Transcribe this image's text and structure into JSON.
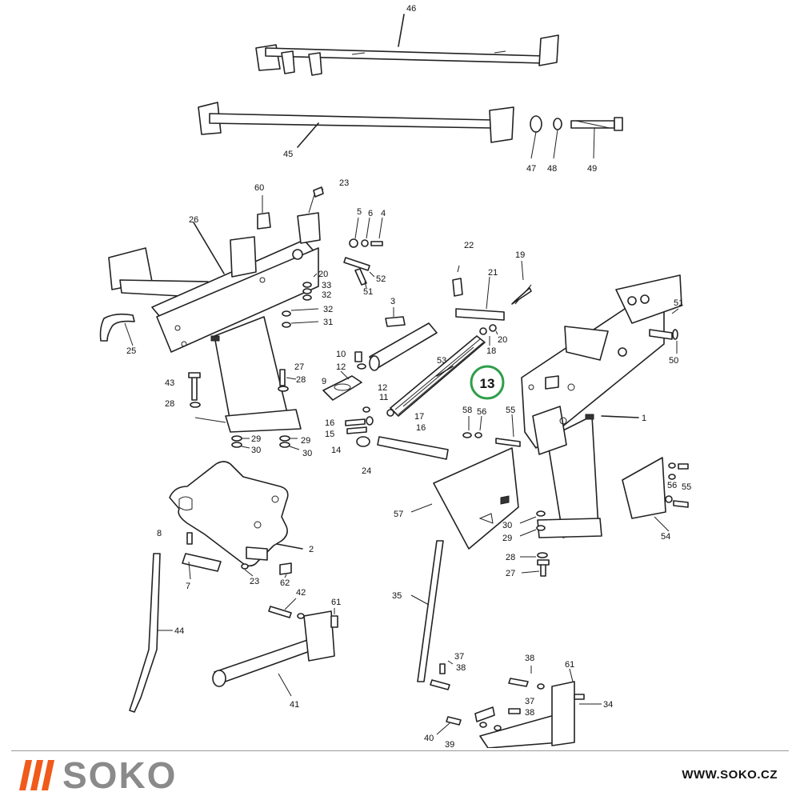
{
  "diagram": {
    "callouts": [
      {
        "id": "c46",
        "text": "46"
      },
      {
        "id": "c45",
        "text": "45"
      },
      {
        "id": "c47",
        "text": "47"
      },
      {
        "id": "c48",
        "text": "48"
      },
      {
        "id": "c49",
        "text": "49"
      },
      {
        "id": "c60",
        "text": "60"
      },
      {
        "id": "c23a",
        "text": "23"
      },
      {
        "id": "c26",
        "text": "26"
      },
      {
        "id": "c5",
        "text": "5"
      },
      {
        "id": "c6",
        "text": "6"
      },
      {
        "id": "c4",
        "text": "4"
      },
      {
        "id": "c52",
        "text": "52"
      },
      {
        "id": "c51a",
        "text": "51"
      },
      {
        "id": "c20a",
        "text": "20"
      },
      {
        "id": "c33a",
        "text": "33"
      },
      {
        "id": "c32a",
        "text": "32"
      },
      {
        "id": "c32b",
        "text": "32"
      },
      {
        "id": "c31",
        "text": "31"
      },
      {
        "id": "c25",
        "text": "25"
      },
      {
        "id": "c3",
        "text": "3"
      },
      {
        "id": "c22",
        "text": "22"
      },
      {
        "id": "c21",
        "text": "21"
      },
      {
        "id": "c19",
        "text": "19"
      },
      {
        "id": "c20b",
        "text": "20"
      },
      {
        "id": "c18",
        "text": "18"
      },
      {
        "id": "c51b",
        "text": "51"
      },
      {
        "id": "c50",
        "text": "50"
      },
      {
        "id": "c10",
        "text": "10"
      },
      {
        "id": "c12a",
        "text": "12"
      },
      {
        "id": "c53",
        "text": "53"
      },
      {
        "id": "c27a",
        "text": "27"
      },
      {
        "id": "c28a",
        "text": "28"
      },
      {
        "id": "c43",
        "text": "43"
      },
      {
        "id": "c28b",
        "text": "28"
      },
      {
        "id": "c9",
        "text": "9"
      },
      {
        "id": "c12b",
        "text": "12"
      },
      {
        "id": "c11",
        "text": "11"
      },
      {
        "id": "c16a",
        "text": "16"
      },
      {
        "id": "c15",
        "text": "15"
      },
      {
        "id": "c17",
        "text": "17"
      },
      {
        "id": "c16b",
        "text": "16"
      },
      {
        "id": "c14",
        "text": "14"
      },
      {
        "id": "c58",
        "text": "58"
      },
      {
        "id": "c56a",
        "text": "56"
      },
      {
        "id": "c55a",
        "text": "55"
      },
      {
        "id": "c1",
        "text": "1"
      },
      {
        "id": "c29a",
        "text": "29"
      },
      {
        "id": "c30a",
        "text": "30"
      },
      {
        "id": "c29b",
        "text": "29"
      },
      {
        "id": "c30b",
        "text": "30"
      },
      {
        "id": "c24",
        "text": "24"
      },
      {
        "id": "c57",
        "text": "57"
      },
      {
        "id": "c56b",
        "text": "56"
      },
      {
        "id": "c55b",
        "text": "55"
      },
      {
        "id": "c54",
        "text": "54"
      },
      {
        "id": "c30c",
        "text": "30"
      },
      {
        "id": "c29c",
        "text": "29"
      },
      {
        "id": "c28c",
        "text": "28"
      },
      {
        "id": "c27b",
        "text": "27"
      },
      {
        "id": "c8",
        "text": "8"
      },
      {
        "id": "c2",
        "text": "2"
      },
      {
        "id": "c7",
        "text": "7"
      },
      {
        "id": "c23b",
        "text": "23"
      },
      {
        "id": "c62",
        "text": "62"
      },
      {
        "id": "c42",
        "text": "42"
      },
      {
        "id": "c61a",
        "text": "61"
      },
      {
        "id": "c44",
        "text": "44"
      },
      {
        "id": "c35",
        "text": "35"
      },
      {
        "id": "c41",
        "text": "41"
      },
      {
        "id": "c37a",
        "text": "37"
      },
      {
        "id": "c38a",
        "text": "38"
      },
      {
        "id": "c38b",
        "text": "38"
      },
      {
        "id": "c61b",
        "text": "61"
      },
      {
        "id": "c34",
        "text": "34"
      },
      {
        "id": "c37b",
        "text": "37"
      },
      {
        "id": "c38c",
        "text": "38"
      },
      {
        "id": "c40",
        "text": "40"
      },
      {
        "id": "c39",
        "text": "39"
      }
    ],
    "highlight": {
      "text": "13",
      "color": "#2e9e4a"
    }
  },
  "footer": {
    "logo_text": "SOKO",
    "logo_bar_color": "#f05a1a",
    "logo_text_color": "#8a8a8a",
    "website": "WWW.SOKO.CZ"
  }
}
